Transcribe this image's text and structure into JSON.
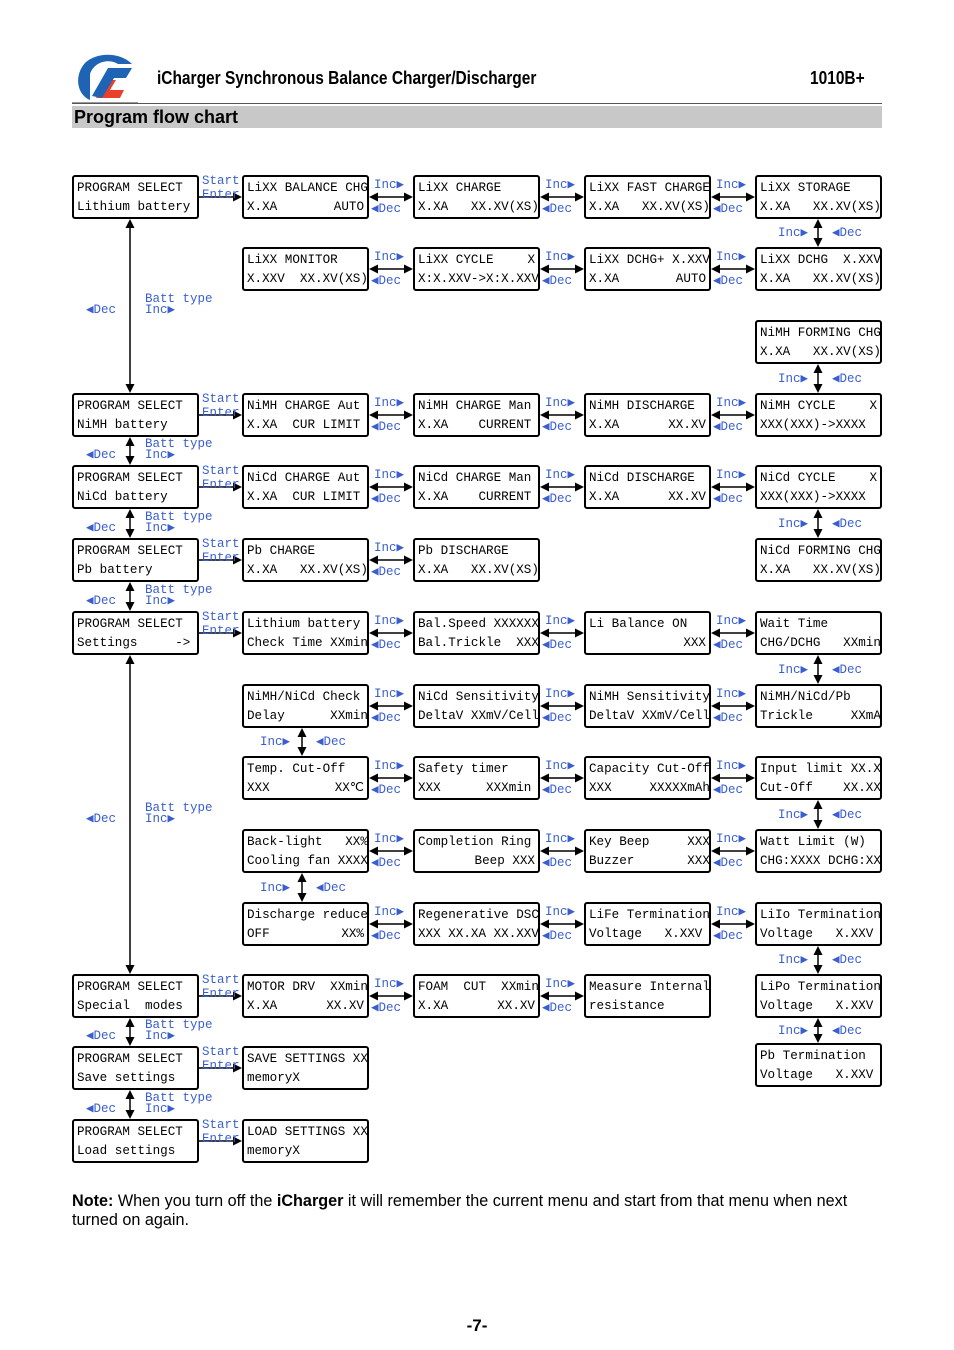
{
  "header": {
    "title": "iCharger Synchronous Balance Charger/Discharger",
    "model": "1010B+"
  },
  "section_title": "Program flow chart",
  "labels": {
    "start": "Start",
    "enter": "Enter",
    "inc": "Inc",
    "dec": "Dec",
    "batt_type": "Batt type"
  },
  "boxes": {
    "prog_lithium": [
      "PROGRAM SELECT",
      "Lithium battery"
    ],
    "lixx_balance": [
      "LiXX BALANCE CHG",
      "X.XA|AUTO"
    ],
    "lixx_charge": [
      "LiXX CHARGE",
      "X.XA   XX.XV(XS)"
    ],
    "lixx_fast": [
      "LiXX FAST CHARGE",
      "X.XA   XX.XV(XS)"
    ],
    "lixx_storage": [
      "LiXX STORAGE",
      "X.XA   XX.XV(XS)"
    ],
    "lixx_monitor": [
      "LiXX MONITOR",
      "X.XXV  XX.XV(XS)"
    ],
    "lixx_cycle": [
      "LiXX CYCLE|X",
      "X:X.XXV->X:X.XXV"
    ],
    "lixx_dchg_plus": [
      "LiXX DCHG+ X.XXV",
      "X.XA|AUTO"
    ],
    "lixx_dchg": [
      "LiXX DCHG  X.XXV",
      "X.XA   XX.XV(XS)"
    ],
    "nimh_forming": [
      "NiMH FORMING CHG",
      "X.XA   XX.XV(XS)"
    ],
    "prog_nimh": [
      "PROGRAM SELECT",
      "NiMH battery"
    ],
    "nimh_charge_aut": [
      "NiMH CHARGE Aut",
      "X.XA  CUR LIMIT"
    ],
    "nimh_charge_man": [
      "NiMH CHARGE Man",
      "X.XA    CURRENT"
    ],
    "nimh_discharge": [
      "NiMH DISCHARGE",
      "X.XA|XX.XV"
    ],
    "nimh_cycle": [
      "NiMH CYCLE|X",
      "XXX(XXX)->XXXX"
    ],
    "prog_nicd": [
      "PROGRAM SELECT",
      "NiCd battery"
    ],
    "nicd_charge_aut": [
      "NiCd CHARGE Aut",
      "X.XA  CUR LIMIT"
    ],
    "nicd_charge_man": [
      "NiCd CHARGE Man",
      "X.XA    CURRENT"
    ],
    "nicd_discharge": [
      "NiCd DISCHARGE",
      "X.XA|XX.XV"
    ],
    "nicd_cycle": [
      "NiCd CYCLE|X",
      "XXX(XXX)->XXXX"
    ],
    "prog_pb": [
      "PROGRAM SELECT",
      "Pb battery"
    ],
    "pb_charge": [
      "Pb CHARGE",
      "X.XA   XX.XV(XS)"
    ],
    "pb_discharge": [
      "Pb DISCHARGE",
      "X.XA   XX.XV(XS)"
    ],
    "nicd_forming": [
      "NiCd FORMING CHG",
      "X.XA   XX.XV(XS)"
    ],
    "prog_settings": [
      "PROGRAM SELECT",
      "Settings     ->"
    ],
    "lithium_check": [
      "Lithium battery",
      "Check Time XXmin"
    ],
    "bal_speed": [
      "Bal.Speed XXXXXX",
      "Bal.Trickle  XXX"
    ],
    "li_balance": [
      "Li Balance ON",
      "|XXX"
    ],
    "wait_time": [
      "Wait Time",
      "CHG/DCHG   XXmin"
    ],
    "nimh_nicd_check": [
      "NiMH/NiCd Check",
      "Delay      XXmin"
    ],
    "nicd_sensitivity": [
      "NiCd Sensitivity",
      "DeltaV XXmV/Cell"
    ],
    "nimh_sensitivity": [
      "NiMH Sensitivity",
      "DeltaV XXmV/Cell"
    ],
    "trickle": [
      "NiMH/NiCd/Pb",
      "Trickle     XXmA"
    ],
    "temp_cutoff": [
      "Temp. Cut-Off",
      "XXX|XX℃"
    ],
    "safety_timer": [
      "Safety timer",
      "XXX      XXXmin"
    ],
    "capacity_cutoff": [
      "Capacity Cut-Off",
      "XXX     XXXXXmAh"
    ],
    "input_limit": [
      "Input limit XX.X",
      "Cut-Off    XX.XXV"
    ],
    "backlight": [
      "Back-light   XX%",
      "Cooling fan XXXX"
    ],
    "completion_ring": [
      "Completion Ring",
      "|Beep XXX"
    ],
    "key_beep": [
      "Key Beep     XXX",
      "Buzzer       XXX"
    ],
    "watt_limit": [
      "Watt Limit (W)",
      "CHG:XXXX DCHG:XX"
    ],
    "discharge_reduce": [
      "Discharge reduce",
      "OFF|XX%"
    ],
    "regenerative": [
      "Regenerative DSC",
      "XXX XX.XA XX.XXV"
    ],
    "life_termination": [
      "LiFe Termination",
      "Voltage   X.XXV"
    ],
    "lilo_termination": [
      "LiIo Termination",
      "Voltage   X.XXV"
    ],
    "prog_special": [
      "PROGRAM SELECT",
      "Special  modes"
    ],
    "motor_drv": [
      "MOTOR DRV  XXmin",
      "X.XA|XX.XV"
    ],
    "foam_cut": [
      "FOAM  CUT  XXmin",
      "X.XA|XX.XV"
    ],
    "measure_ir": [
      "Measure Internal",
      "resistance"
    ],
    "lipo_termination": [
      "LiPo Termination",
      "Voltage   X.XXV"
    ],
    "prog_save": [
      "PROGRAM SELECT",
      "Save settings"
    ],
    "save_settings": [
      "SAVE SETTINGS XX",
      "memoryX"
    ],
    "pb_termination": [
      "Pb Termination",
      "Voltage   X.XXV"
    ],
    "prog_load": [
      "PROGRAM SELECT",
      "Load settings"
    ],
    "load_settings": [
      "LOAD SETTINGS XX",
      "memoryX"
    ]
  },
  "note": {
    "label": "Note:",
    "text1": " When you turn off the ",
    "brand": "iCharger",
    "text2": " it will remember the current menu and start from that menu when next turned on again."
  },
  "page_number": "-7-"
}
